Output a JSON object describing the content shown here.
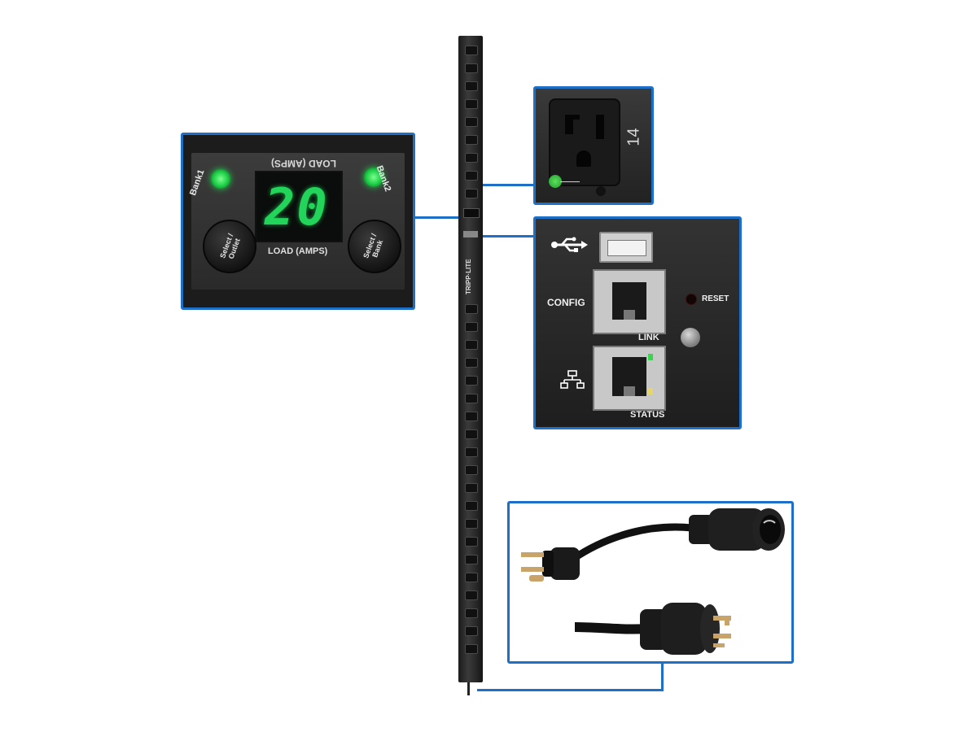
{
  "display_panel": {
    "header_label": "LOAD (AMPS)",
    "bank1_label": "Bank1",
    "bank2_label": "Bank2",
    "readout": "20",
    "footer_label": "LOAD (AMPS)",
    "left_button_label": "Select / Outlet",
    "right_button_label": "Select / Bank"
  },
  "outlet_panel": {
    "outlet_number": "14"
  },
  "network_panel": {
    "config_label": "CONFIG",
    "reset_label": "RESET",
    "link_label": "LINK",
    "status_label": "STATUS",
    "usb_icon": "usb-icon",
    "network_icon": "network-icon"
  },
  "pdu": {
    "brand_label": "TRIPP·LITE"
  },
  "colors": {
    "callout_border": "#1e6fc8",
    "led_green": "#1fd14a",
    "panel_dark": "#2b2b2b"
  }
}
